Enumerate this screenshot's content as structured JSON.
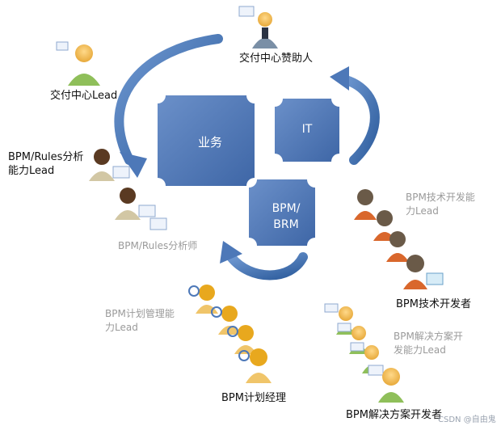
{
  "center": {
    "business": "业务",
    "it": "IT",
    "bpm": "BPM/\nBRM"
  },
  "roles": {
    "sponsor": "交付中心赞助人",
    "delivery_lead": "交付中心Lead",
    "rules_lead": "BPM/Rules分析\n能力Lead",
    "rules_analyst": "BPM/Rules分析师",
    "tech_lead": "BPM技术开发能\n力Lead",
    "developer": "BPM技术开发者",
    "plan_lead": "BPM计划管理能\n力Lead",
    "manager": "BPM计划经理",
    "solution_lead": "BPM解决方案开\n发能力Lead",
    "solution_dev": "BPM解决方案开发者"
  },
  "watermark": "CSDN @自由鬼",
  "colors": {
    "box": "#4a73b3",
    "box_dark": "#2f5597",
    "arrow": "#4d78b8"
  }
}
